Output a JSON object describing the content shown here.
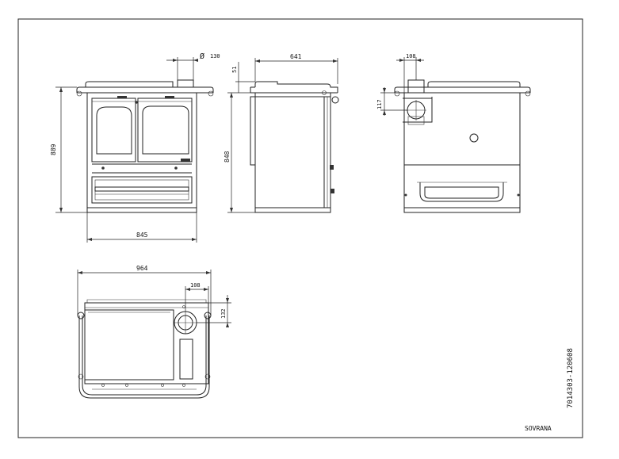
{
  "drawing": {
    "model": "SOVRANA",
    "code": "7014303-120608",
    "front": {
      "width": "845",
      "height": "889"
    },
    "side": {
      "depth": "641",
      "height": "848",
      "offset": "51"
    },
    "back": {
      "flue_offset": "108",
      "flue_height": "117"
    },
    "flue": {
      "diameter_symbol": "Ø",
      "diameter": "130"
    },
    "top": {
      "width": "964",
      "flue_offset": "108",
      "flue_depth": "132"
    }
  }
}
